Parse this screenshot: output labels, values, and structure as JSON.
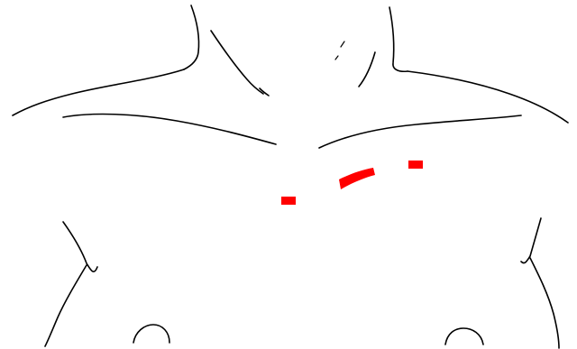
{
  "figure": {
    "subject": "torso-front-outline",
    "outline_color": "#000000",
    "background_color": "#FFFFFF",
    "marker_color": "#FF0000",
    "markers": [
      {
        "name": "marker-left-clavicle",
        "shape": "rectangle"
      },
      {
        "name": "marker-mid-sternum",
        "shape": "slanted-band"
      },
      {
        "name": "marker-right-clavicle",
        "shape": "rectangle"
      }
    ]
  }
}
